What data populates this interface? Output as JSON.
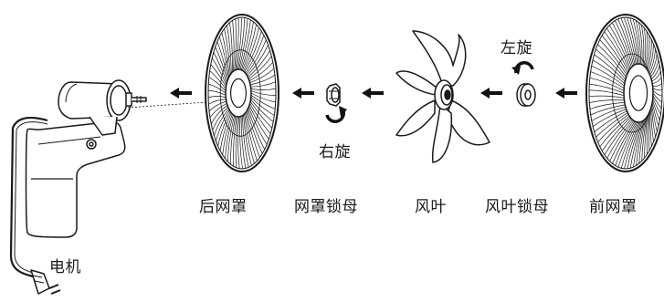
{
  "labels": {
    "motor": "电机",
    "rear_guard": "后网罩",
    "guard_nut": "网罩锁母",
    "blade": "风叶",
    "blade_nut": "风叶锁母",
    "front_guard": "前网罩",
    "turn_right": "右旋",
    "turn_left": "左旋"
  },
  "colors": {
    "line": "#1a1a1a",
    "arrow": "#111111",
    "background": "#ffffff"
  },
  "icons": [
    "arrow-left-icon",
    "rotate-right-icon",
    "rotate-left-icon",
    "power-plug-icon"
  ]
}
